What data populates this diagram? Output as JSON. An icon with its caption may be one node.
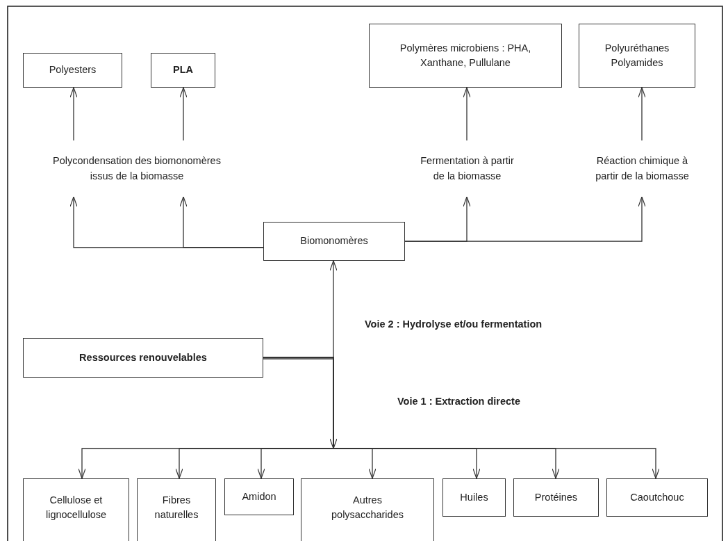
{
  "diagram": {
    "nodes": [
      {
        "text": [
          "Polyesters"
        ]
      },
      {
        "text": [
          "PLA"
        ]
      },
      {
        "text": [
          "Polymères microbiens : PHA, Xanthane, Pullulane"
        ]
      },
      {
        "text": [
          "Polyuréthanes",
          "Polyamides"
        ]
      },
      {
        "text": [
          "Polycondensation des biomonomères issus de la biomasse"
        ]
      },
      {
        "text": [
          "Fermentation à partir de la biomasse"
        ]
      },
      {
        "text": [
          "Réaction chimique à partir de la biomasse"
        ]
      },
      {
        "text": [
          "Biomonomères"
        ]
      },
      {
        "text": [
          "Ressources renouvelables"
        ]
      },
      {
        "text": [
          "Cellulose et lignocellulose"
        ]
      },
      {
        "text": [
          "Fibres naturelles"
        ]
      },
      {
        "text": [
          "Amidon"
        ]
      },
      {
        "text": [
          "Autres polysaccharides"
        ]
      },
      {
        "text": [
          "Huiles"
        ]
      },
      {
        "text": [
          "Protéines"
        ]
      },
      {
        "text": [
          "Caoutchouc"
        ]
      }
    ],
    "edges": [
      {
        "from": 7,
        "to": 4,
        "arrow": "to"
      },
      {
        "from": 7,
        "to": 4,
        "arrow": "to"
      },
      {
        "from": 4,
        "to": 0,
        "arrow": "to"
      },
      {
        "from": 4,
        "to": 1,
        "arrow": "to"
      },
      {
        "from": 7,
        "to": 5,
        "arrow": "to"
      },
      {
        "from": 7,
        "to": 6,
        "arrow": "to"
      },
      {
        "from": 5,
        "to": 2,
        "arrow": "to"
      },
      {
        "from": 6,
        "to": 3,
        "arrow": "to"
      },
      {
        "from": 8,
        "to": 7,
        "arrow": "to"
      },
      {
        "from": 8,
        "to": 9,
        "arrow": "to"
      },
      {
        "from": 8,
        "to": 10,
        "arrow": "to"
      },
      {
        "from": 8,
        "to": 11,
        "arrow": "to"
      },
      {
        "from": 8,
        "to": 12,
        "arrow": "to"
      },
      {
        "from": 8,
        "to": 13,
        "arrow": "to"
      },
      {
        "from": 8,
        "to": 14,
        "arrow": "to"
      },
      {
        "from": 8,
        "to": 15,
        "arrow": "to"
      }
    ],
    "labels": [
      "Voie 2 : Hydrolyse et/ou fermentation",
      "Voie 1 : Extraction directe"
    ]
  }
}
